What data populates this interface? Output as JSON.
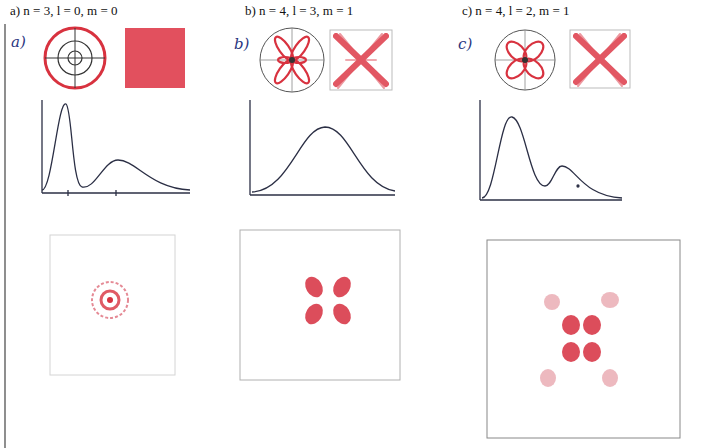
{
  "diagram": {
    "labels": [
      "a) n = 3, l = 0, m = 0",
      "b) n = 4, l = 3, m = 1",
      "c) n = 4, l = 2, m = 1",
      "a)",
      "b)",
      "c)"
    ]
  }
}
